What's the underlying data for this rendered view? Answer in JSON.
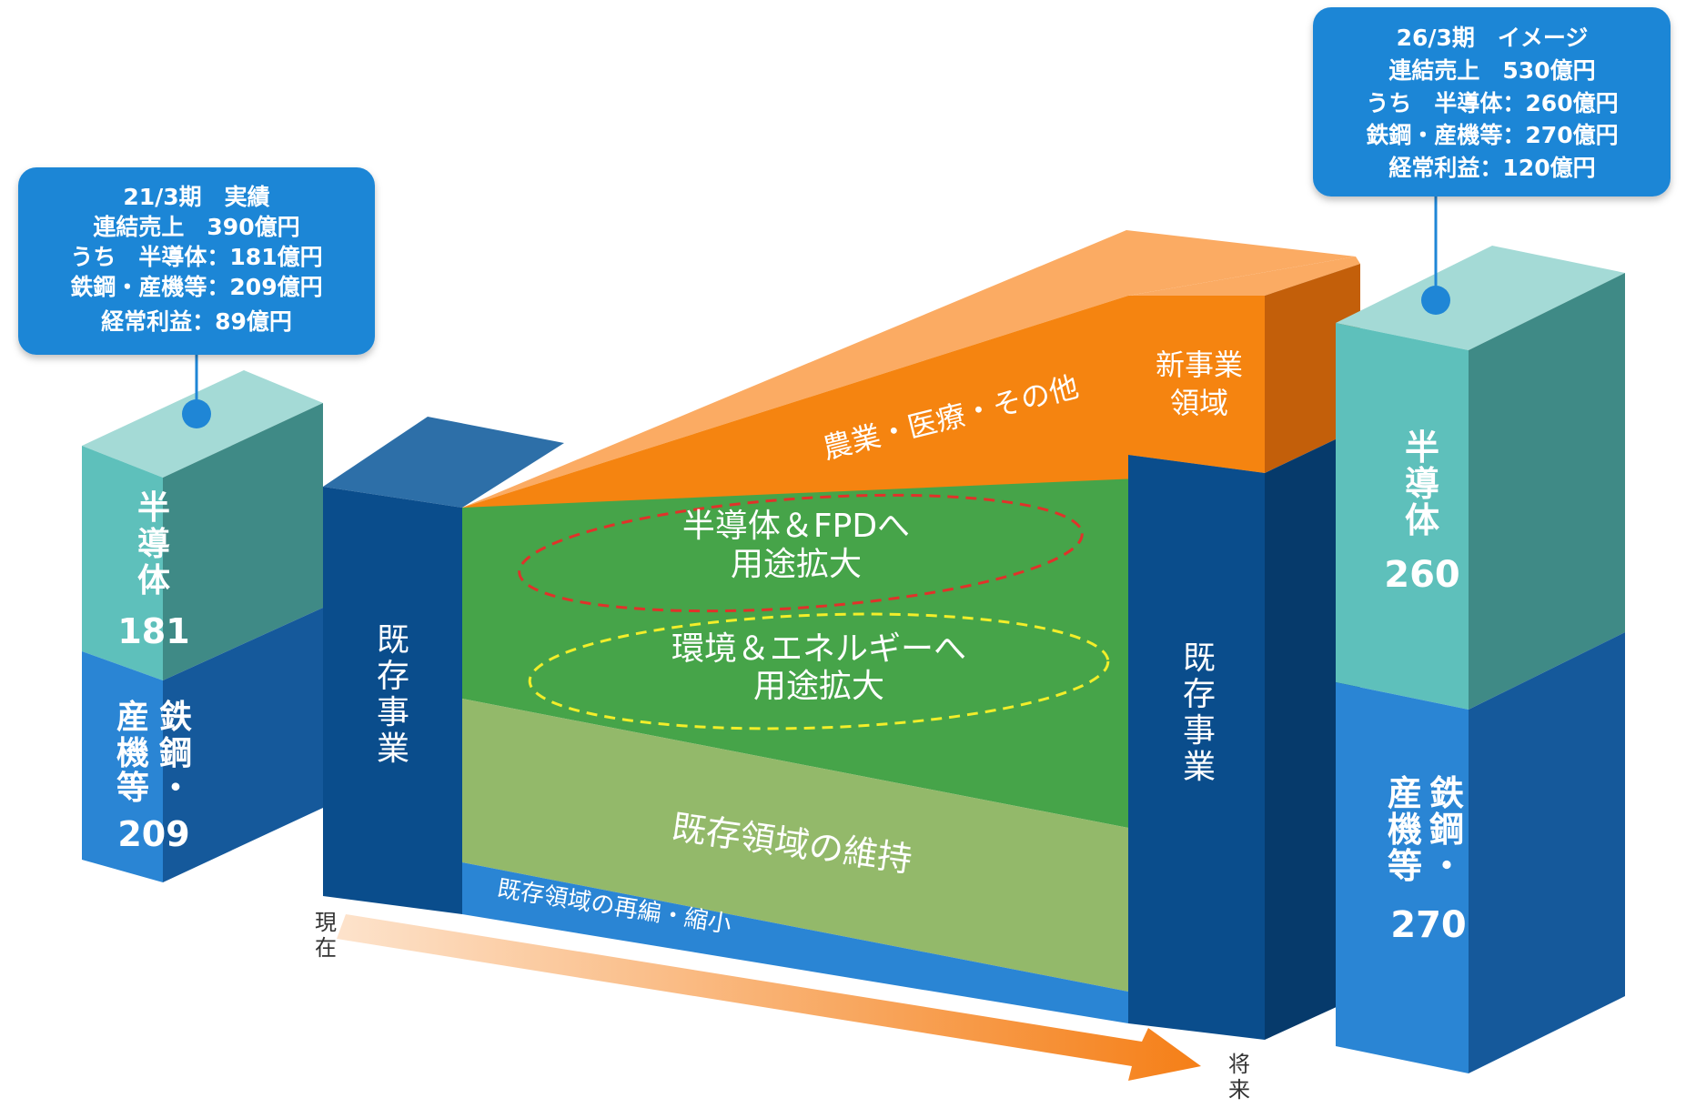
{
  "left_callout": {
    "lines": [
      "21/3期　実績",
      "連結売上　390億円",
      "うち　半導体：181億円",
      "鉄鋼・産機等：209億円",
      "経常利益：89億円"
    ]
  },
  "right_callout": {
    "lines": [
      "26/3期　イメージ",
      "連結売上　530億円",
      "うち　半導体：260億円",
      "鉄鋼・産機等：270億円",
      "経常利益：120億円"
    ]
  },
  "left_column": {
    "semiconductor": {
      "chars": [
        "半",
        "導",
        "体"
      ],
      "value": "181"
    },
    "steel": {
      "col1": [
        "鉄",
        "鋼",
        "・"
      ],
      "col2": [
        "産",
        "機",
        "等"
      ],
      "value": "209"
    }
  },
  "right_column": {
    "semiconductor": {
      "chars": [
        "半",
        "導",
        "体"
      ],
      "value": "260"
    },
    "steel": {
      "col1": [
        "鉄",
        "鋼",
        "・"
      ],
      "col2": [
        "産",
        "機",
        "等"
      ],
      "value": "270"
    }
  },
  "existing_business_left": [
    "既",
    "存",
    "事",
    "業"
  ],
  "existing_business_right": [
    "既",
    "存",
    "事",
    "業"
  ],
  "new_business": {
    "label_line1": "新事業",
    "label_line2": "領域",
    "band_label": "農業・医療・その他"
  },
  "expansion": {
    "semiconductor_fpd_line1": "半導体＆FPDへ",
    "semiconductor_fpd_line2": "用途拡大",
    "energy_line1": "環境＆エネルギーへ",
    "energy_line2": "用途拡大"
  },
  "maintain_label": "既存領域の維持",
  "restructure_label": "既存領域の再編・縮小",
  "timeline": {
    "start": [
      "現",
      "在"
    ],
    "end": [
      "将",
      "来"
    ]
  },
  "colors": {
    "callout_bg": "#1f86d6",
    "teal": "#5ec0bb",
    "blue": "#2a85d4",
    "navy": "#0a4d8c",
    "orange": "#f58410",
    "green": "#46a449",
    "light_green": "#93b96a"
  }
}
